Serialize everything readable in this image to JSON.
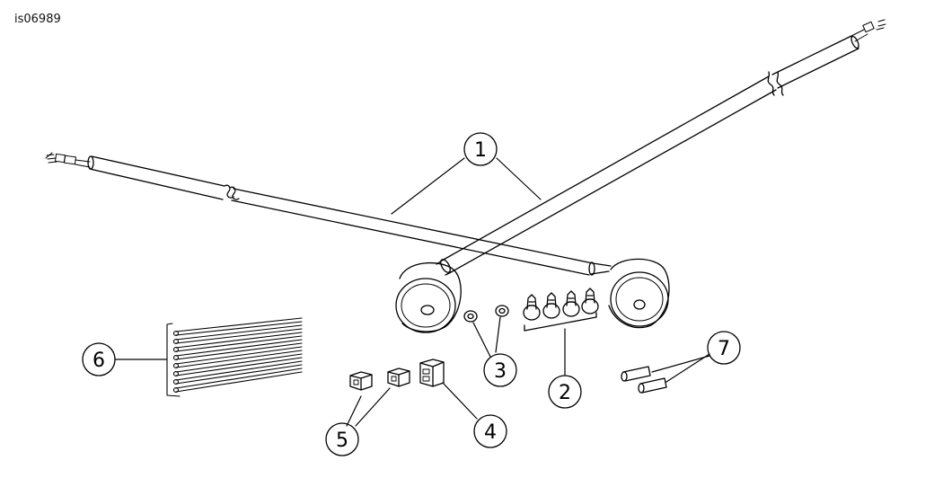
{
  "figure_id": "is06989",
  "callouts": [
    {
      "label": "1"
    },
    {
      "label": "2"
    },
    {
      "label": "3"
    },
    {
      "label": "4"
    },
    {
      "label": "5"
    },
    {
      "label": "6"
    },
    {
      "label": "7"
    }
  ]
}
